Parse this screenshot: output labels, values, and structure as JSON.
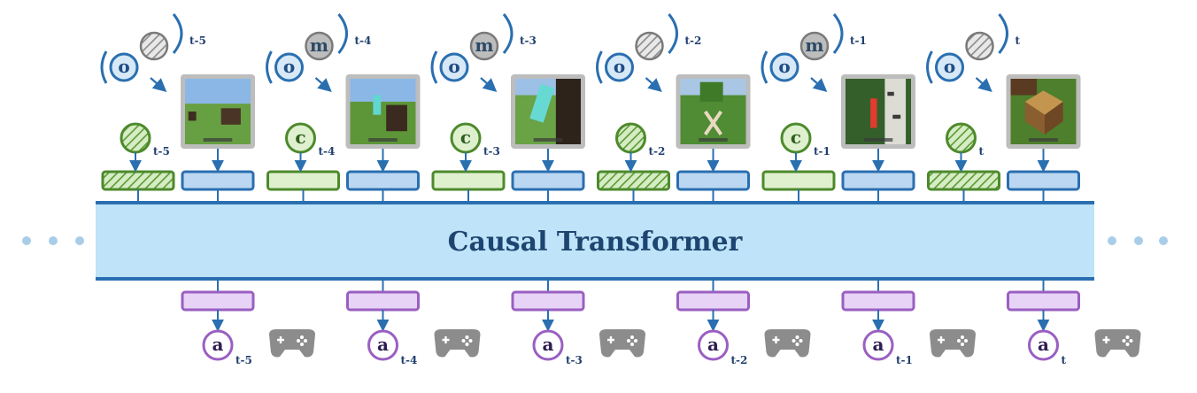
{
  "transformer": {
    "label": "Causal Transformer"
  },
  "colors": {
    "blue_stroke": "#2a6fb0",
    "blue_fill": "#bcd7f2",
    "band_fill": "#bfe3f8",
    "green_stroke": "#4d8a2c",
    "green_fill": "#dff0cf",
    "purple_stroke": "#9a5fc2",
    "purple_fill": "#e7d3f6",
    "gray": "#8c8c8c",
    "dot": "#a9cde8"
  },
  "steps": [
    {
      "time": "t-5",
      "mode": "masked",
      "obs_letter": "o",
      "mask_letter": "",
      "cond_letter": "",
      "action_letter": "a",
      "scene": "field-cow"
    },
    {
      "time": "t-4",
      "mode": "cond",
      "obs_letter": "o",
      "mask_letter": "m",
      "cond_letter": "c",
      "action_letter": "a",
      "scene": "field-diamond"
    },
    {
      "time": "t-3",
      "mode": "cond",
      "obs_letter": "o",
      "mask_letter": "m",
      "cond_letter": "c",
      "action_letter": "a",
      "scene": "diamond-closeup"
    },
    {
      "time": "t-2",
      "mode": "masked",
      "obs_letter": "o",
      "mask_letter": "",
      "cond_letter": "",
      "action_letter": "a",
      "scene": "grass-flower"
    },
    {
      "time": "t-1",
      "mode": "cond",
      "obs_letter": "o",
      "mask_letter": "m",
      "cond_letter": "c",
      "action_letter": "a",
      "scene": "birch-tree"
    },
    {
      "time": "t",
      "mode": "masked",
      "obs_letter": "o",
      "mask_letter": "",
      "cond_letter": "",
      "action_letter": "a",
      "scene": "crafting-table"
    }
  ],
  "icons": {
    "gamepad": "gamepad-icon",
    "ellipsis": "ellipsis-dots-icon",
    "hatch": "hatched-mask-icon"
  }
}
